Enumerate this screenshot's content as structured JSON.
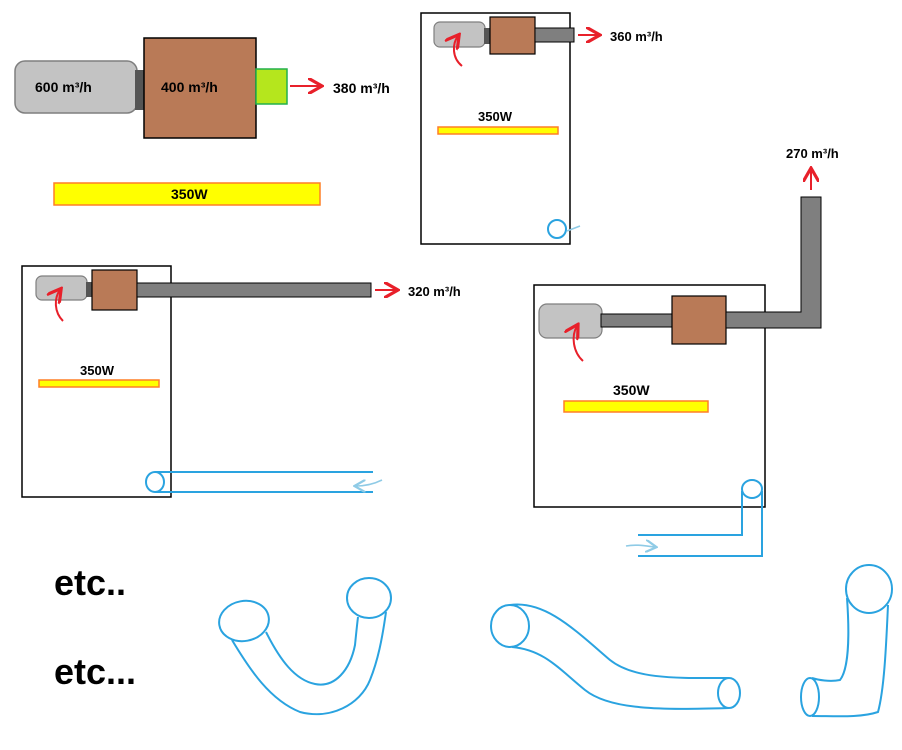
{
  "colors": {
    "fan": "#c3c3c3",
    "filter_box": "#b97a57",
    "carbon": "#b5e61d",
    "heater": "#ffff00",
    "heater_border": "#ff7f27",
    "duct": "#7f7f7f",
    "arrow": "#e8202a",
    "intake": "#2aa3e0"
  },
  "diagram_top_left": {
    "fan_label": "600 m³/h",
    "filter_label": "400 m³/h",
    "output_label": "380 m³/h",
    "heater_label": "350W"
  },
  "diagram_top_right": {
    "output_label": "360 m³/h",
    "heater_label": "350W"
  },
  "diagram_mid_left": {
    "output_label": "320 m³/h",
    "heater_label": "350W"
  },
  "diagram_mid_right": {
    "output_label": "270 m³/h",
    "heater_label": "350W"
  },
  "etc_lines": [
    "etc..",
    "etc..."
  ]
}
